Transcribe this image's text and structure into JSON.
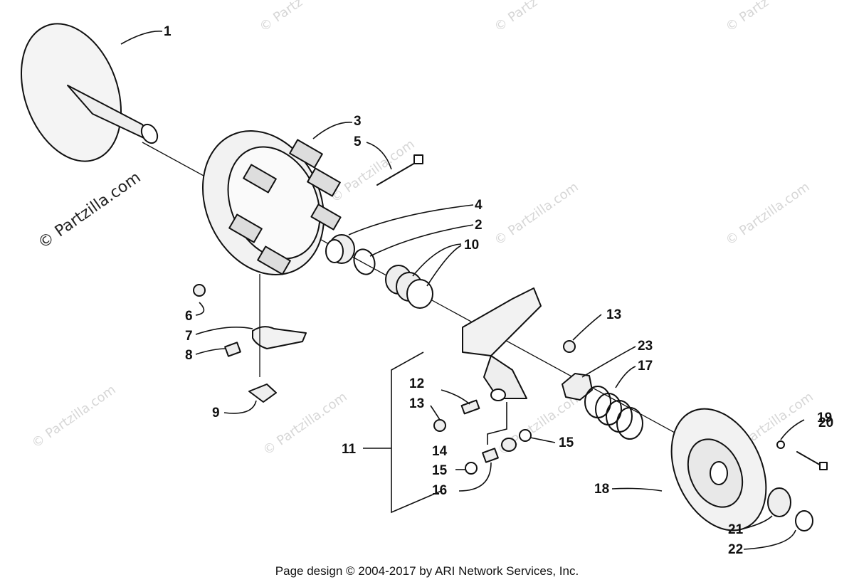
{
  "watermark": {
    "text": "© Partzilla.com",
    "short_text": "© Partz",
    "mid_text": "© Partzilla.com",
    "lighter_text": "Partzilla.com"
  },
  "callouts": {
    "c1": "1",
    "c2": "2",
    "c3": "3",
    "c4": "4",
    "c5": "5",
    "c6": "6",
    "c7": "7",
    "c8": "8",
    "c9": "9",
    "c10": "10",
    "c11": "11",
    "c12": "12",
    "c13a": "13",
    "c13b": "13",
    "c14": "14",
    "c15a": "15",
    "c15b": "15",
    "c16": "16",
    "c17": "17",
    "c18": "18",
    "c19": "19",
    "c20": "20",
    "c21": "21",
    "c22": "22",
    "c23": "23"
  },
  "footer": {
    "text": "Page design © 2004-2017 by ARI Network Services, Inc."
  }
}
